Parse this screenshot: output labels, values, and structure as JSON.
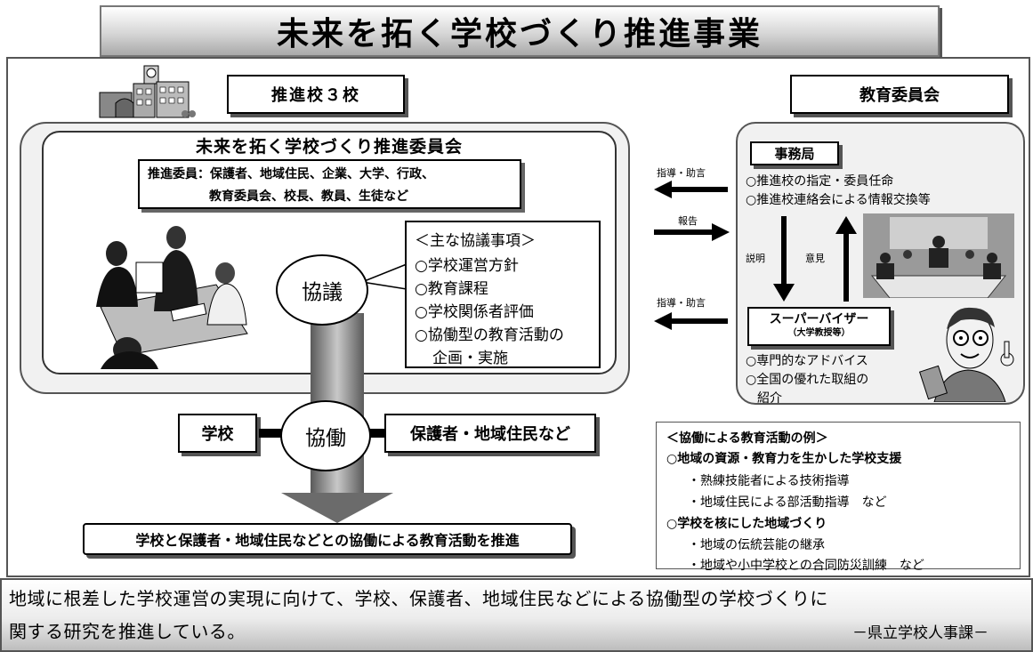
{
  "title": "未来を拓く学校づくり推進事業",
  "schools_label": "推進校３校",
  "board_label": "教育委員会",
  "committee": {
    "title": "未来を拓く学校づくり推進委員会",
    "members_line1": "推進委員：保護者、地域住民、企業、大学、行政、",
    "members_line2": "教育委員会、校長、教員、生徒など"
  },
  "kyogi": "協議",
  "topics": {
    "heading": "＜主な協議事項＞",
    "items": [
      "○学校運営方針",
      "○教育課程",
      "○学校関係者評価",
      "○協働型の教育活動の",
      "企画・実施"
    ]
  },
  "kyodo": "協働",
  "school_box": "学校",
  "partners_box": "保護者・地域住民など",
  "goal": "学校と保護者・地域住民などとの協働による教育活動を推進",
  "arrows": {
    "guidance_top": "指導・助言",
    "report": "報告",
    "guidance_bottom": "指導・助言",
    "explain": "説明",
    "opinion": "意見"
  },
  "secretariat": {
    "label": "事務局",
    "items": [
      "○推進校の指定・委員任命",
      "○推進校連絡会による情報交換等"
    ]
  },
  "supervisor": {
    "label": "スーパーバイザー",
    "sub": "（大学教授等）",
    "items": [
      "○専門的なアドバイス",
      "○全国の優れた取組の",
      "紹介"
    ]
  },
  "examples": {
    "heading": "＜協働による教育活動の例＞",
    "group1": "○地域の資源・教育力を生かした学校支援",
    "g1_items": [
      "・熟練技能者による技術指導",
      "・地域住民による部活動指導　など"
    ],
    "group2": "○学校を核にした地域づくり",
    "g2_items": [
      "・地域の伝統芸能の継承",
      "・地域や小中学校との合同防災訓練　など"
    ]
  },
  "footer": {
    "line1": "地域に根差した学校運営の実現に向けて、学校、保護者、地域住民などによる協働型の学校づくりに",
    "line2": "関する研究を推進している。",
    "source": "－県立学校人事課－"
  }
}
